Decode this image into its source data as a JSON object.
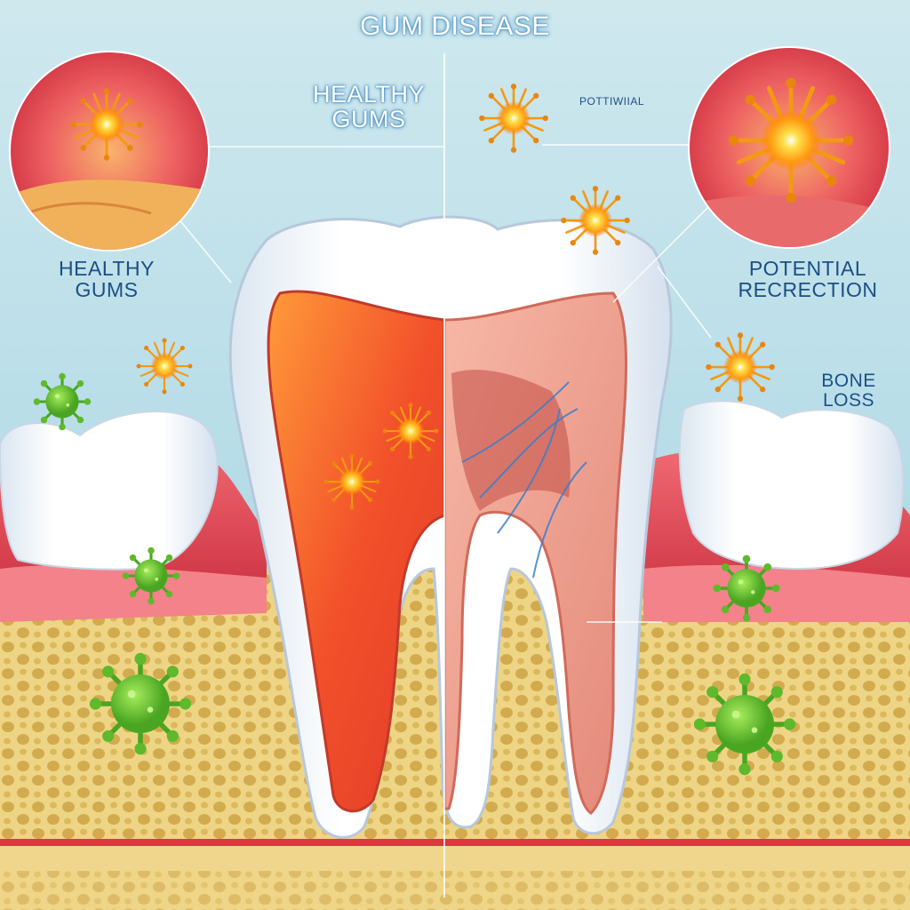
{
  "title": "GUM DISEASE",
  "labels": {
    "healthy_top": [
      "HEALTHY",
      "GUMS"
    ],
    "healthy_left": [
      "HEALTHY",
      "GUMS"
    ],
    "potential_small": "POTTIWIIAL",
    "potential_recrection": [
      "POTENTIAL",
      "RECRECTION"
    ],
    "bone_loss": [
      "BONE",
      "LOSS"
    ]
  },
  "colors": {
    "background": "#bfe3ec",
    "gum": "#e0404c",
    "bone": "#e9cf7a",
    "enamel": "#f4f7fb",
    "pulp": "#f0582a",
    "bacteria": "#6fc83a",
    "inflammation": "#ffb21c",
    "label": "#1c4f86"
  },
  "icons": [
    "bacteria-icon",
    "inflammation-burst-icon",
    "magnified-inset-icon"
  ]
}
